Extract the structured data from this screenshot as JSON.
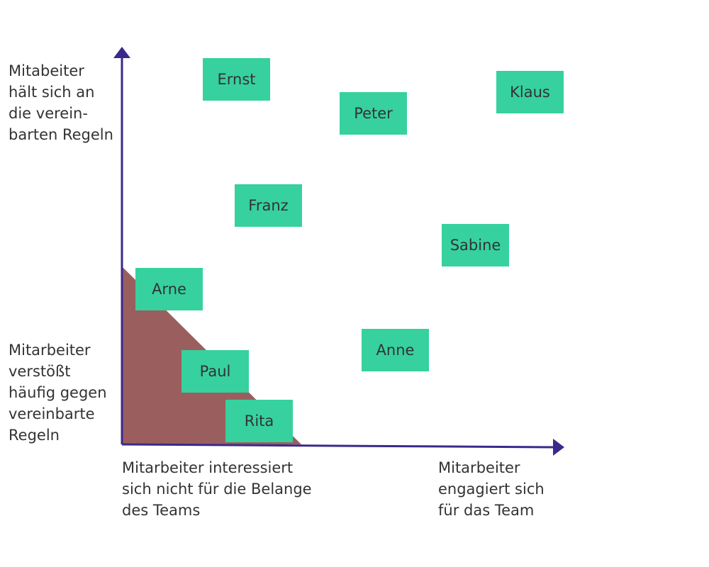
{
  "axes": {
    "y_top_label": "Mitabeiter\nhält sich an\ndie verein-\nbarten Regeln",
    "y_bottom_label": "Mitarbeiter\nverstößt\nhäufig gegen\nvereinbarte\nRegeln",
    "x_left_label": "Mitarbeiter interessiert\nsich nicht für die Belange\ndes Teams",
    "x_right_label": "Mitarbeiter\nengagiert sich\nfür das Team"
  },
  "colors": {
    "axis": "#3a2a8c",
    "note": "#36d19e",
    "zone": "#9b5e5e",
    "text": "#333333"
  },
  "employees": [
    {
      "name": "Ernst"
    },
    {
      "name": "Peter"
    },
    {
      "name": "Klaus"
    },
    {
      "name": "Franz"
    },
    {
      "name": "Sabine"
    },
    {
      "name": "Arne"
    },
    {
      "name": "Anne"
    },
    {
      "name": "Paul"
    },
    {
      "name": "Rita"
    }
  ]
}
